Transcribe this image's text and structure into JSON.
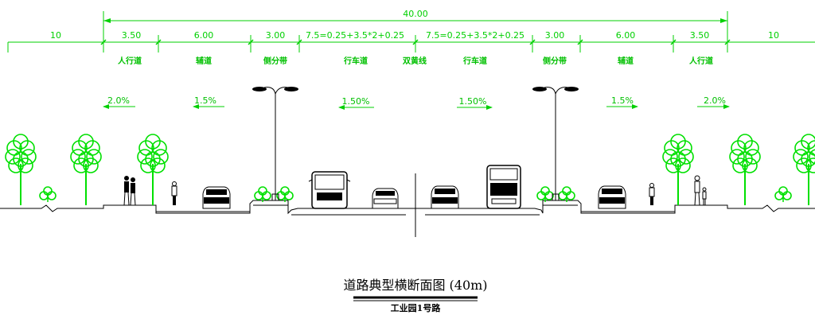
{
  "total_width": "40.00",
  "dims": [
    {
      "id": "outer-left",
      "text": "10"
    },
    {
      "id": "sidewalk-left",
      "text": "3.50"
    },
    {
      "id": "aux-left",
      "text": "6.00"
    },
    {
      "id": "divider-left",
      "text": "3.00"
    },
    {
      "id": "carriage-left",
      "text": "7.5=0.25+3.5*2+0.25"
    },
    {
      "id": "carriage-right",
      "text": "7.5=0.25+3.5*2+0.25"
    },
    {
      "id": "divider-right",
      "text": "3.00"
    },
    {
      "id": "aux-right",
      "text": "6.00"
    },
    {
      "id": "sidewalk-right",
      "text": "3.50"
    },
    {
      "id": "outer-right",
      "text": "10"
    }
  ],
  "zones": [
    {
      "id": "sidewalk-left",
      "text": "人行道"
    },
    {
      "id": "aux-left",
      "text": "辅道"
    },
    {
      "id": "divider-left",
      "text": "侧分带"
    },
    {
      "id": "carriage-left",
      "text": "行车道"
    },
    {
      "id": "center",
      "text": "双黄线"
    },
    {
      "id": "carriage-right",
      "text": "行车道"
    },
    {
      "id": "divider-right",
      "text": "侧分带"
    },
    {
      "id": "aux-right",
      "text": "辅道"
    },
    {
      "id": "sidewalk-right",
      "text": "人行道"
    }
  ],
  "slopes": [
    {
      "id": "sidewalk-left",
      "text": "2.0%",
      "dir": "left"
    },
    {
      "id": "aux-left",
      "text": "1.5%",
      "dir": "left"
    },
    {
      "id": "carriage-left",
      "text": "1.50%",
      "dir": "left"
    },
    {
      "id": "carriage-right",
      "text": "1.50%",
      "dir": "right"
    },
    {
      "id": "aux-right",
      "text": "1.5%",
      "dir": "right"
    },
    {
      "id": "sidewalk-right",
      "text": "2.0%",
      "dir": "right"
    }
  ],
  "title": "道路典型横断面图 (40m)",
  "subtitle": "工业园1号路",
  "colors": {
    "annotation": "#00d000",
    "tree": "#00e000",
    "section": "#000000"
  }
}
